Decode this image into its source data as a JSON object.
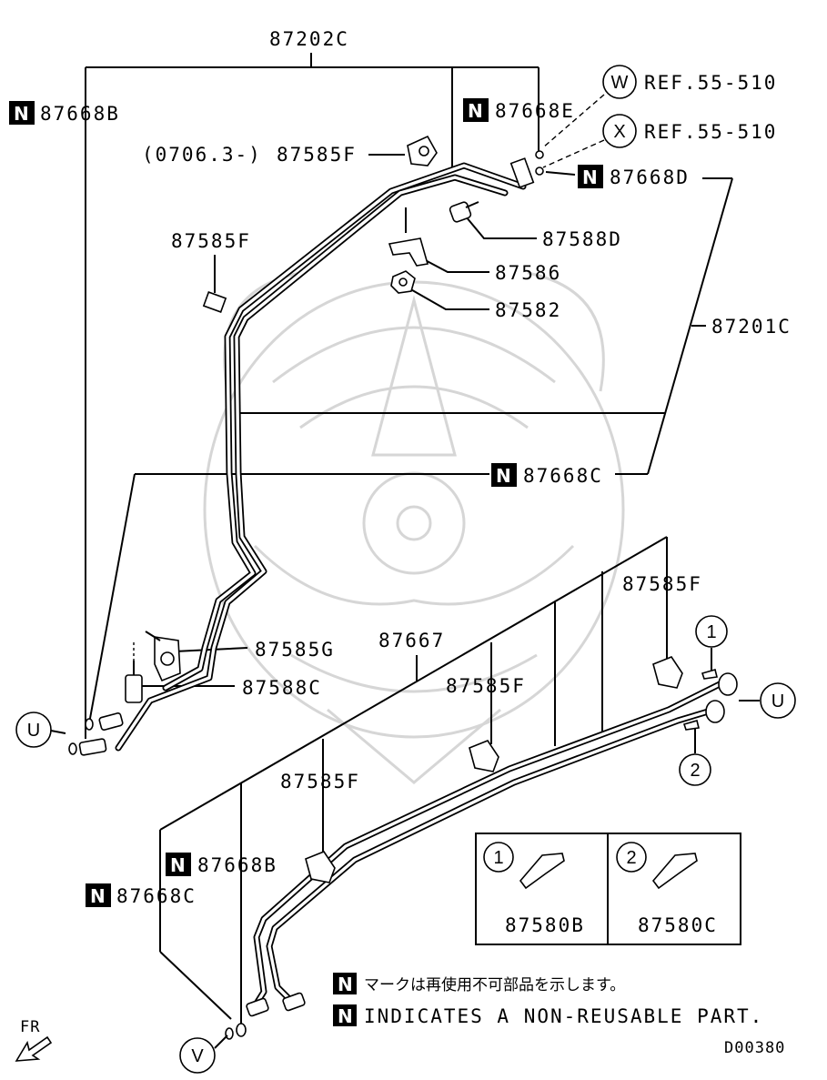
{
  "parts": {
    "p87202C": "87202C",
    "p87201C": "87201C",
    "p87668B_top": "87668B",
    "p87668E": "87668E",
    "p87668D": "87668D",
    "p87668C_mid": "87668C",
    "p87585F_dated_prefix": "(0706.3-)",
    "p87585F_dated": "87585F",
    "p87585F_left": "87585F",
    "p87588D": "87588D",
    "p87586": "87586",
    "p87582": "87582",
    "p87585G": "87585G",
    "p87588C": "87588C",
    "p87667": "87667",
    "p87585F_right": "87585F",
    "p87585F_center": "87585F",
    "p87585F_lower": "87585F",
    "p87668B_bottom": "87668B",
    "p87668C_bottom": "87668C",
    "p87580B": "87580B",
    "p87580C": "87580C"
  },
  "refs": {
    "w_letter": "W",
    "w_text": "REF.55-510",
    "x_letter": "X",
    "x_text": "REF.55-510"
  },
  "callouts": {
    "u_left": "U",
    "u_right": "U",
    "v": "V",
    "one": "1",
    "two": "2",
    "inset_one": "1",
    "inset_two": "2"
  },
  "n_mark": "N",
  "legend": {
    "japanese": "マークは再使用不可部品を示します。",
    "english": "INDICATES A NON-REUSABLE PART."
  },
  "fr_label": "FR",
  "diagram_code": "D00380"
}
